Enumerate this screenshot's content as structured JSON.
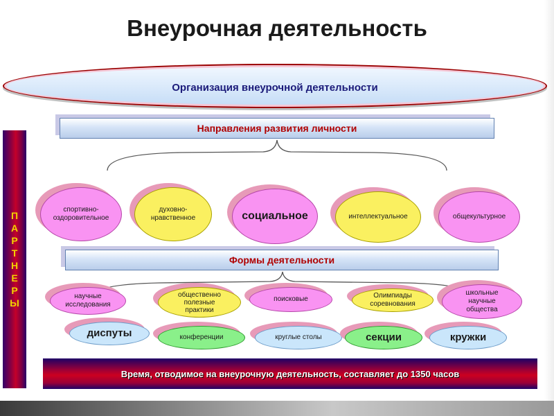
{
  "title": "Внеурочная деятельность",
  "organization": "Организация внеурочной деятельности",
  "directions_header": "Направления развития личности",
  "directions": [
    "спортивно-\nоздоровительное",
    "духовно-\nнравственное",
    "социальное",
    "интеллектуальное",
    "общекультурное"
  ],
  "partners": [
    "П",
    "А",
    "Р",
    "Т",
    "Н",
    "Е",
    "Р",
    "Ы"
  ],
  "forms_header": "Формы деятельности",
  "forms_row1": [
    "научные\nисследования",
    "общественно\nполезные\nпрактики",
    "поисковые",
    "Олимпиады\nсоревнования",
    "школьные\nнаучные\nобщества"
  ],
  "forms_row2": [
    "диспуты",
    "конференции",
    "круглые столы",
    "секции",
    "кружки"
  ],
  "time_text": "Время, отводимое на внеурочную деятельность, составляет до 1350 часов",
  "colors": {
    "partners_text": "#f2d200",
    "header_text": "#b00000",
    "pink": "#f993f2",
    "yellow": "#faf060",
    "blue": "#cae6fb",
    "green": "#8af08a"
  }
}
